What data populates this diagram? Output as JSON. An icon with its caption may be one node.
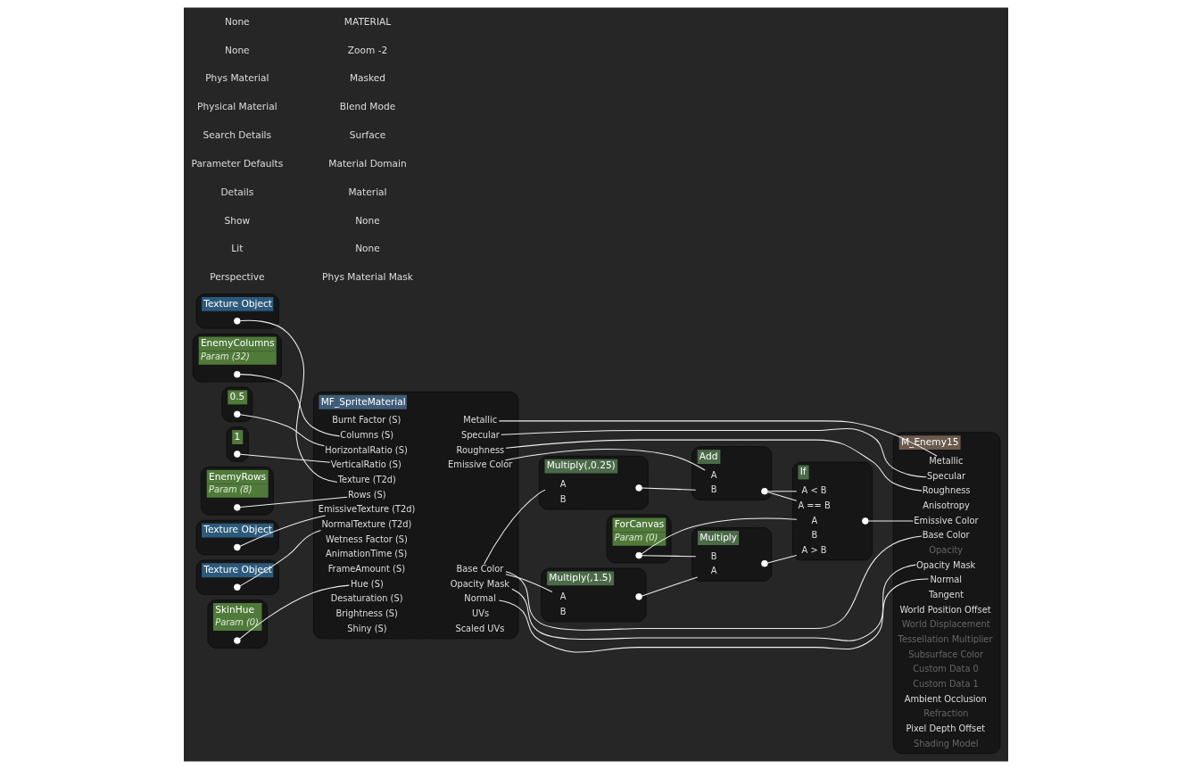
{
  "diagram": {
    "nodes": [
      {
        "text": [
          "Texture Object"
        ]
      },
      {
        "text": [],
        "shape": "circle",
        "in": 0
      },
      {
        "text": [
          "EnemyColumns",
          "Param (32)"
        ]
      },
      {
        "text": [],
        "shape": "circle",
        "in": 2
      },
      {
        "text": [
          "0.5"
        ]
      },
      {
        "text": [],
        "shape": "circle",
        "in": 4
      },
      {
        "text": [
          "1"
        ]
      },
      {
        "text": [],
        "shape": "circle",
        "in": 6
      },
      {
        "text": [
          "EnemyRows",
          "Param (8)"
        ]
      },
      {
        "text": [],
        "shape": "circle",
        "in": 8
      },
      {
        "text": [
          "Texture Object"
        ]
      },
      {
        "text": [],
        "shape": "circle",
        "in": 10
      },
      {
        "text": [
          "Texture Object"
        ]
      },
      {
        "text": [],
        "shape": "circle",
        "in": 12
      },
      {
        "text": [
          "MF_SpriteMaterial"
        ]
      },
      {
        "text": [
          "Burnt Factor (S)"
        ],
        "in": 14
      },
      {
        "text": [
          "Columns (S)"
        ],
        "in": 14
      },
      {
        "text": [
          "HorizontalRatio (S)"
        ],
        "in": 14
      },
      {
        "text": [
          "VerticalRatio (S)"
        ],
        "in": 14
      },
      {
        "text": [
          "Texture (T2d)"
        ],
        "in": 14
      },
      {
        "text": [
          "EmissiveTexture (T2d)"
        ],
        "in": 14
      },
      {
        "text": [
          "NormalTexture (T2d)"
        ],
        "in": 14
      },
      {
        "text": [
          "Rows (S)"
        ],
        "in": 14
      },
      {
        "text": [
          "Wetness Factor (S)"
        ],
        "in": 14
      },
      {
        "text": [
          "AnimationTime (S)"
        ],
        "in": 14
      },
      {
        "text": [
          "FrameAmount (S)"
        ],
        "in": 14
      },
      {
        "text": [
          "Hue (S)"
        ],
        "in": 14
      },
      {
        "text": [
          "Desaturation (S)"
        ],
        "in": 14
      },
      {
        "text": [
          "Brightness (S)"
        ],
        "in": 14
      },
      {
        "text": [
          "Shiny (S)"
        ],
        "in": 14
      },
      {
        "text": [
          "Emissive Color"
        ],
        "in": 14
      },
      {
        "text": [
          "Metallic"
        ],
        "in": 14
      },
      {
        "text": [
          "Specular"
        ],
        "in": 14
      },
      {
        "text": [
          "Roughness"
        ],
        "in": 14
      },
      {
        "text": [
          "Base Color"
        ],
        "in": 14
      },
      {
        "text": [
          "Opacity Mask"
        ],
        "in": 14
      },
      {
        "text": [
          "Normal"
        ],
        "in": 14
      },
      {
        "text": [
          "UVs"
        ],
        "in": 14
      },
      {
        "text": [
          "Scaled UVs"
        ],
        "in": 14
      },
      {
        "text": [
          "Multiply(,0.25)"
        ]
      },
      {
        "text": [
          "A"
        ],
        "in": 39
      },
      {
        "text": [
          "B"
        ],
        "in": 39
      },
      {
        "text": [],
        "shape": "circle",
        "in": 39
      },
      {
        "text": [
          "Add"
        ]
      },
      {
        "text": [
          "A"
        ],
        "in": 43
      },
      {
        "text": [
          "B"
        ],
        "in": 43
      },
      {
        "text": [],
        "shape": "circle",
        "in": 43
      },
      {
        "text": [
          "M_Enemy15"
        ]
      },
      {
        "text": [
          "Base Color"
        ],
        "in": 47
      },
      {
        "text": [
          "Metallic"
        ],
        "in": 47
      },
      {
        "text": [
          "Specular"
        ],
        "in": 47
      },
      {
        "text": [
          "Roughness"
        ],
        "in": 47
      },
      {
        "text": [
          "Anisotropy"
        ],
        "in": 47
      },
      {
        "text": [
          "Emissive Color"
        ],
        "in": 47
      },
      {
        "text": [
          "Opacity"
        ],
        "in": 47
      },
      {
        "text": [
          "Opacity Mask"
        ],
        "in": 47
      },
      {
        "text": [
          "Normal"
        ],
        "in": 47
      },
      {
        "text": [
          "Tangent"
        ],
        "in": 47
      },
      {
        "text": [
          "World Position Offset"
        ],
        "in": 47
      },
      {
        "text": [
          "World Displacement"
        ],
        "in": 47
      },
      {
        "text": [
          "Tessellation Multiplier"
        ],
        "in": 47
      },
      {
        "text": [
          "Subsurface Color"
        ],
        "in": 47
      },
      {
        "text": [
          "Custom Data 0"
        ],
        "in": 47
      },
      {
        "text": [
          "Custom Data 1"
        ],
        "in": 47
      },
      {
        "text": [
          "Ambient Occlusion"
        ],
        "in": 47
      },
      {
        "text": [
          "Refraction"
        ],
        "in": 47
      },
      {
        "text": [
          "Pixel Depth Offset"
        ],
        "in": 47
      },
      {
        "text": [
          "Shading Model"
        ],
        "in": 47
      },
      {
        "text": [
          "SkinHue",
          "Param (0)"
        ]
      },
      {
        "text": [],
        "shape": "circle",
        "in": 68
      },
      {
        "text": [
          "ForCanvas",
          "Param (0)"
        ]
      },
      {
        "text": [],
        "shape": "circle",
        "in": 70
      },
      {
        "text": [
          "If"
        ]
      },
      {
        "text": [
          "A"
        ],
        "in": 72
      },
      {
        "text": [
          "B"
        ],
        "in": 72
      },
      {
        "text": [
          "A > B"
        ],
        "in": 72
      },
      {
        "text": [
          "A == B"
        ],
        "in": 72
      },
      {
        "text": [
          "A < B"
        ],
        "in": 72
      },
      {
        "text": [],
        "shape": "circle",
        "in": 72
      },
      {
        "text": [
          "Multiply"
        ]
      },
      {
        "text": [
          "A"
        ],
        "in": 79
      },
      {
        "text": [
          "B"
        ],
        "in": 79
      },
      {
        "text": [],
        "shape": "circle",
        "in": 79
      },
      {
        "text": [
          "Multiply(,1.5)"
        ]
      },
      {
        "text": [
          "A"
        ],
        "in": 83
      },
      {
        "text": [
          "B"
        ],
        "in": 83
      },
      {
        "text": [],
        "shape": "circle",
        "in": 83
      }
    ],
    "edges": [
      {
        "from": 1,
        "to": 19,
        "arrow": "none"
      },
      {
        "from": 3,
        "to": 16,
        "arrow": "none"
      },
      {
        "from": 5,
        "to": 17,
        "arrow": "none"
      },
      {
        "from": 7,
        "to": 18,
        "arrow": "none"
      },
      {
        "from": 9,
        "to": 22,
        "arrow": "none"
      },
      {
        "from": 11,
        "to": 20,
        "arrow": "none"
      },
      {
        "from": 13,
        "to": 21,
        "arrow": "none"
      },
      {
        "from": 69,
        "to": 26,
        "arrow": "none"
      },
      {
        "from": 30,
        "to": 44,
        "arrow": "none"
      },
      {
        "from": 34,
        "to": 40,
        "arrow": "none"
      },
      {
        "from": 42,
        "to": 45,
        "arrow": "none"
      },
      {
        "from": 46,
        "to": 76,
        "arrow": "none"
      },
      {
        "from": 46,
        "to": 77,
        "arrow": "none"
      },
      {
        "from": 31,
        "to": 49,
        "arrow": "none"
      },
      {
        "from": 32,
        "to": 50,
        "arrow": "none"
      },
      {
        "from": 33,
        "to": 51,
        "arrow": "none"
      },
      {
        "from": 34,
        "to": 48,
        "arrow": "none"
      },
      {
        "from": 35,
        "to": 55,
        "arrow": "none"
      },
      {
        "from": 36,
        "to": 56,
        "arrow": "none"
      },
      {
        "from": 34,
        "to": 84,
        "arrow": "none"
      },
      {
        "from": 86,
        "to": 80,
        "arrow": "none"
      },
      {
        "from": 71,
        "to": 81,
        "arrow": "none"
      },
      {
        "from": 71,
        "to": 73,
        "arrow": "none"
      },
      {
        "from": 82,
        "to": 75,
        "arrow": "none"
      },
      {
        "from": 78,
        "to": 53,
        "arrow": "none"
      }
    ],
    "labels": [
      "Perspective",
      "Lit",
      "Show",
      "Details",
      "Parameter Defaults",
      "Search Details",
      "Physical Material",
      "Phys Material",
      "None",
      "None",
      "Phys Material Mask",
      "None",
      "None",
      "Material",
      "Material Domain",
      "Surface",
      "Blend Mode",
      "Masked",
      "Zoom -2",
      "MATERIAL"
    ]
  }
}
